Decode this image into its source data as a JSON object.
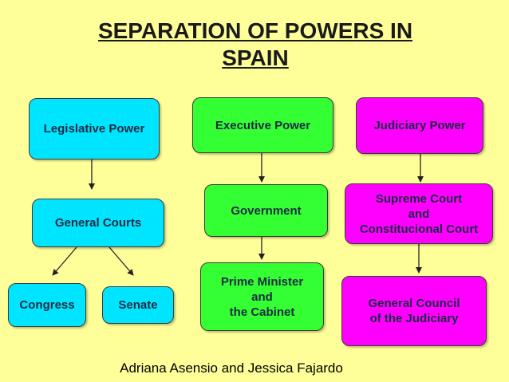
{
  "title": "SEPARATION OF POWERS IN\nSPAIN",
  "legislative": {
    "power": "Legislative Power",
    "courts": "General Courts",
    "congress": "Congress",
    "senate": "Senate"
  },
  "executive": {
    "power": "Executive Power",
    "government": "Government",
    "prime_minister": "Prime Minister\nand\nthe Cabinet"
  },
  "judiciary": {
    "power": "Judiciary Power",
    "supreme_court": "Supreme Court\nand\nConstitucional Court",
    "general_council": "General Council\nof the Judiciary"
  },
  "footer": "Adriana Asensio and Jessica Fajardo",
  "colors": {
    "background": "#ffff99",
    "legislative": "#00e5ff",
    "executive": "#33ff33",
    "judiciary": "#ff00ff"
  }
}
